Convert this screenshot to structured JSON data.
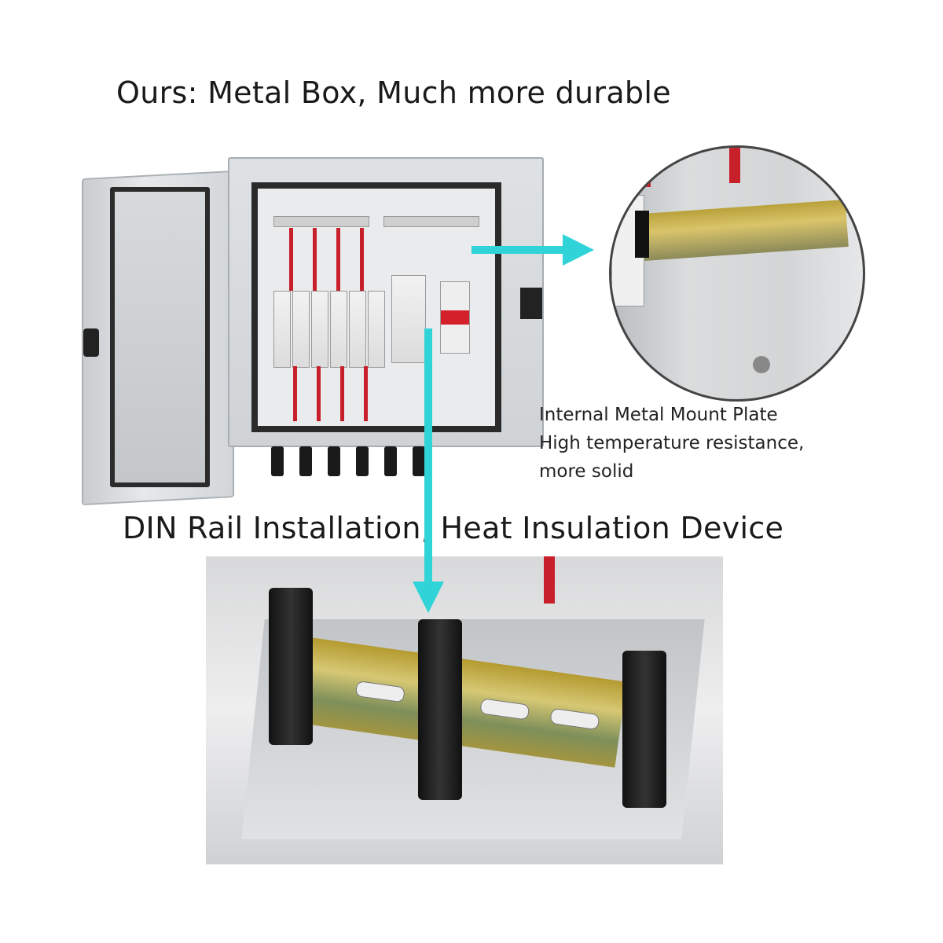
{
  "headline_top": "Ours: Metal Box, Much more durable",
  "headline_middle": "DIN Rail Installation, Heat Insulation Device",
  "note": {
    "line1": "Internal Metal Mount Plate",
    "line2": "High temperature resistance,",
    "line3": "more solid"
  },
  "colors": {
    "arrow": "#2fd3d8",
    "wire": "#c8202a"
  }
}
